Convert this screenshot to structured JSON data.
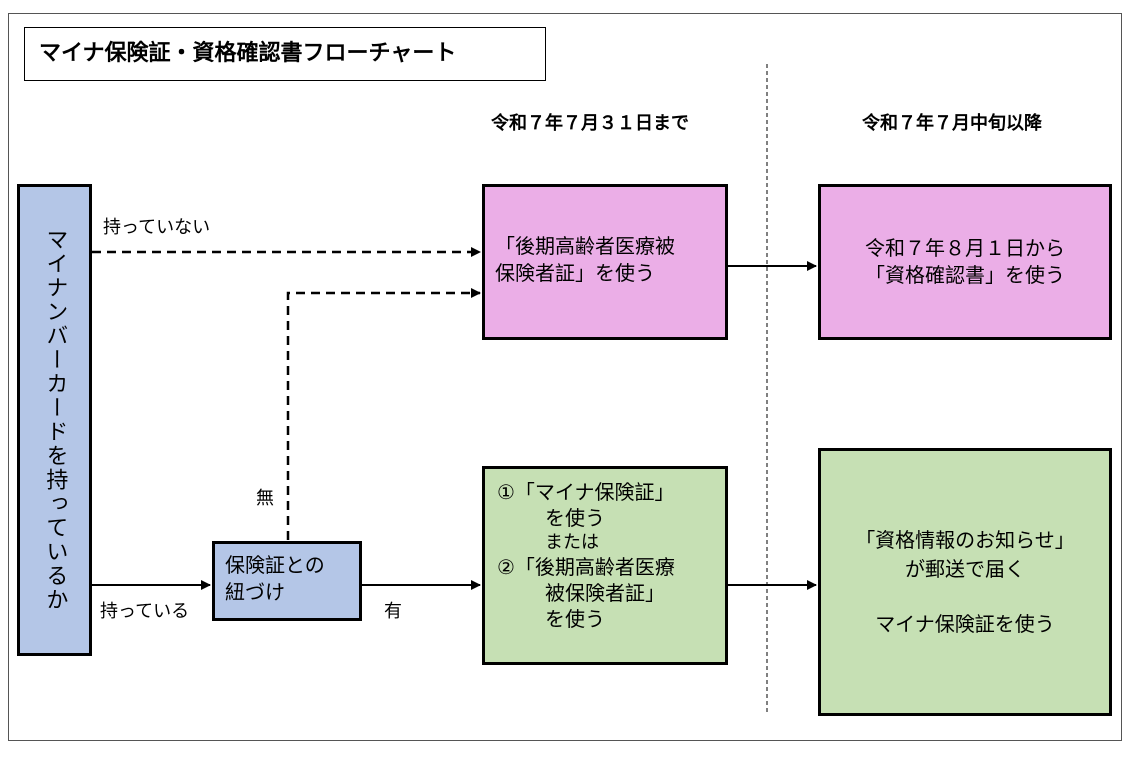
{
  "title": "マイナ保険証・資格確認書フローチャート",
  "headers": {
    "until": "令和７年７月３１日まで",
    "after": "令和７年７月中旬以降"
  },
  "card_box": "マイナンバーカードを持っているか",
  "link_box": {
    "line1": "保険証との",
    "line2": "紐づけ"
  },
  "edge_labels": {
    "not_have": "持っていない",
    "have": "持っている",
    "none": "無",
    "yes": "有"
  },
  "pink_box_1": {
    "line1": "「後期高齢者医療被",
    "line2": "保険者証」を使う"
  },
  "pink_box_2": {
    "line1": "令和７年８月１日から",
    "line2": "「資格確認書」を使う"
  },
  "green_box_1": {
    "line1": "①「マイナ保険証」",
    "line2": "を使う",
    "line3": "または",
    "line4": "②「後期高齢者医療",
    "line5": "被保険者証」",
    "line6": "を使う"
  },
  "green_box_2": {
    "line1": "「資格情報のお知らせ」",
    "line2": "が郵送で届く",
    "line3": "マイナ保険証を使う"
  },
  "colors": {
    "pink": "#ebaee7",
    "green": "#c6e0b4",
    "blue": "#b4c6e7"
  }
}
